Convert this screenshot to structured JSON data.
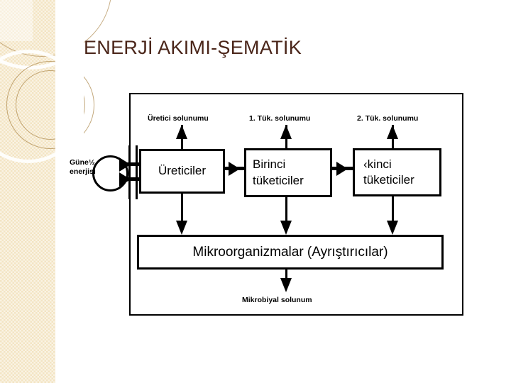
{
  "slide": {
    "title": "ENERJİ AKIMI-ŞEMATİK",
    "title_color": "#4a2519",
    "background_color": "#ffffff",
    "sidebar_color": "#f3e4c3"
  },
  "diagram": {
    "source": {
      "label_line1": "Güne½",
      "label_line2": "enerjisi"
    },
    "boxes": {
      "producers": {
        "label": "Üreticiler"
      },
      "primary_consumers": {
        "line1": "Birinci",
        "line2": "tüketiciler"
      },
      "secondary_consumers": {
        "line1": "‹kinci",
        "line2": "tüketiciler"
      },
      "decomposers": {
        "label": "Mikroorganizmalar (Ayrıştırıcılar)"
      }
    },
    "captions": {
      "producer_respiration": "Üretici solunumu",
      "consumer1_respiration": "1. Tük. solunumu",
      "consumer2_respiration": "2. Tük. solunumu",
      "microbial_respiration": "Mikrobiyal solunum"
    }
  }
}
